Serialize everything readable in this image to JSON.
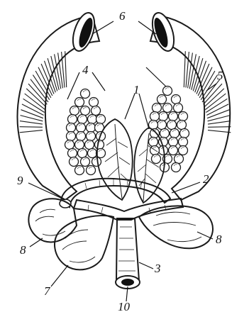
{
  "labels": {
    "l1": "1",
    "l2": "2",
    "l3": "3",
    "l4": "4",
    "l5": "5",
    "l6": "6",
    "l7": "7",
    "l8": "8",
    "l9": "9",
    "l10": "10"
  },
  "colors": {
    "ink": "#1a1a1a",
    "paper": "#ffffff"
  }
}
